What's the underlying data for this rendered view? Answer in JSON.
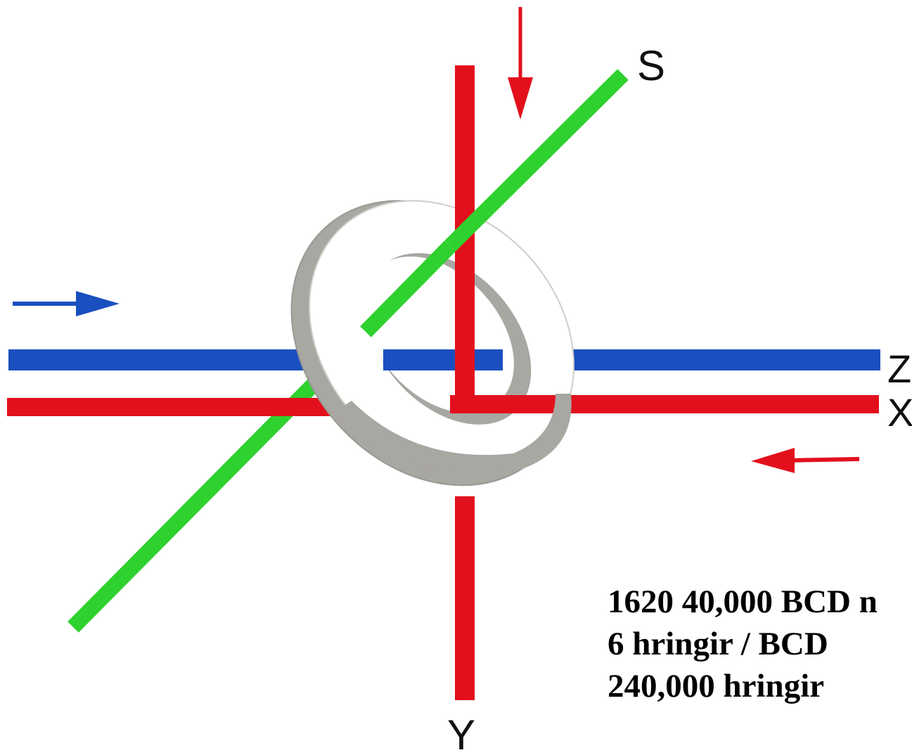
{
  "diagram": {
    "labels": {
      "sense_wire": "S",
      "z_wire": "Z",
      "x_wire": "X",
      "y_wire": "Y"
    },
    "colors": {
      "x_y_wires": "#e2101c",
      "z_wire": "#1a4fc0",
      "sense_wire": "#2fd12f",
      "core_ring": "#a9a7a2",
      "core_face": "#ffffff"
    }
  },
  "caption": {
    "line1": "1620 40,000 BCD n",
    "line2": "6 hringir / BCD",
    "line3": "240,000 hringir"
  }
}
